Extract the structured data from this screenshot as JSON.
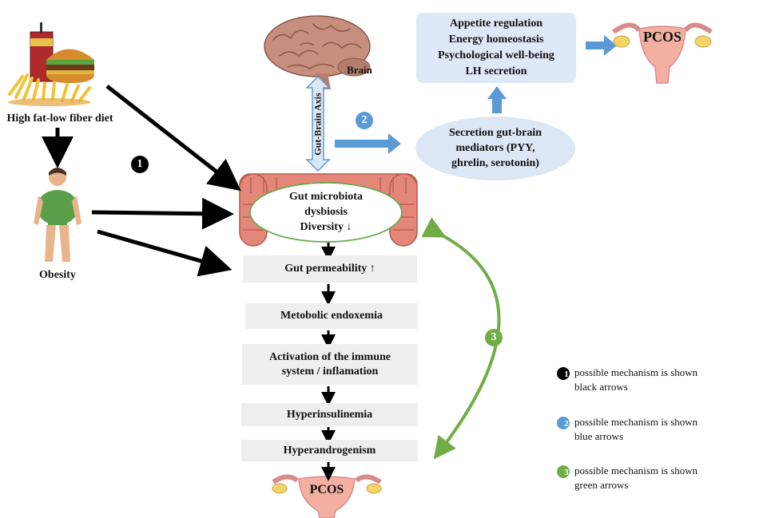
{
  "diet_label": "High fat-low fiber diet",
  "obesity_label": "Obesity",
  "brain_label": "Brain",
  "axis_label": "Gut-Brain Axis",
  "gut": {
    "line1": "Gut microbiota",
    "line2": "dysbiosis",
    "line3": "Diversity ↓"
  },
  "mediators": {
    "line1": "Secretion gut-brain",
    "line2": "mediators (PYY,",
    "line3": "ghrelin, serotonin)"
  },
  "effects": [
    "Appetite regulation",
    "Energy homeostasis",
    "Psychological well-being",
    "LH secretion"
  ],
  "pcos_top": "PCOS",
  "pcos_bottom": "PCOS",
  "chain": [
    "Gut permeability ↑",
    "Metobolic endoxemia",
    "Activation of the immune system / inflamation",
    "Hyperinsulinemia",
    "Hyperandrogenism"
  ],
  "markers": {
    "m1": "1",
    "m2": "2",
    "m3": "3"
  },
  "legend": [
    {
      "num": "1",
      "line1": "possible mechanism is shown",
      "line2": "black arrows",
      "color": "#000000"
    },
    {
      "num": "2",
      "line1": "possible  mechanism is shown",
      "line2": "blue arrows",
      "color": "#5b9bd5"
    },
    {
      "num": "3",
      "line1": "possible mechanism is shown",
      "line2": "green arrows",
      "color": "#70ad47"
    }
  ],
  "colors": {
    "black_arrow": "#000000",
    "blue_arrow": "#5b9bd5",
    "green_arrow": "#70ad47",
    "box_gray": "#eeeeee",
    "blue_box": "#dde9f6",
    "ellipse_fill": "#dbe7f4"
  }
}
